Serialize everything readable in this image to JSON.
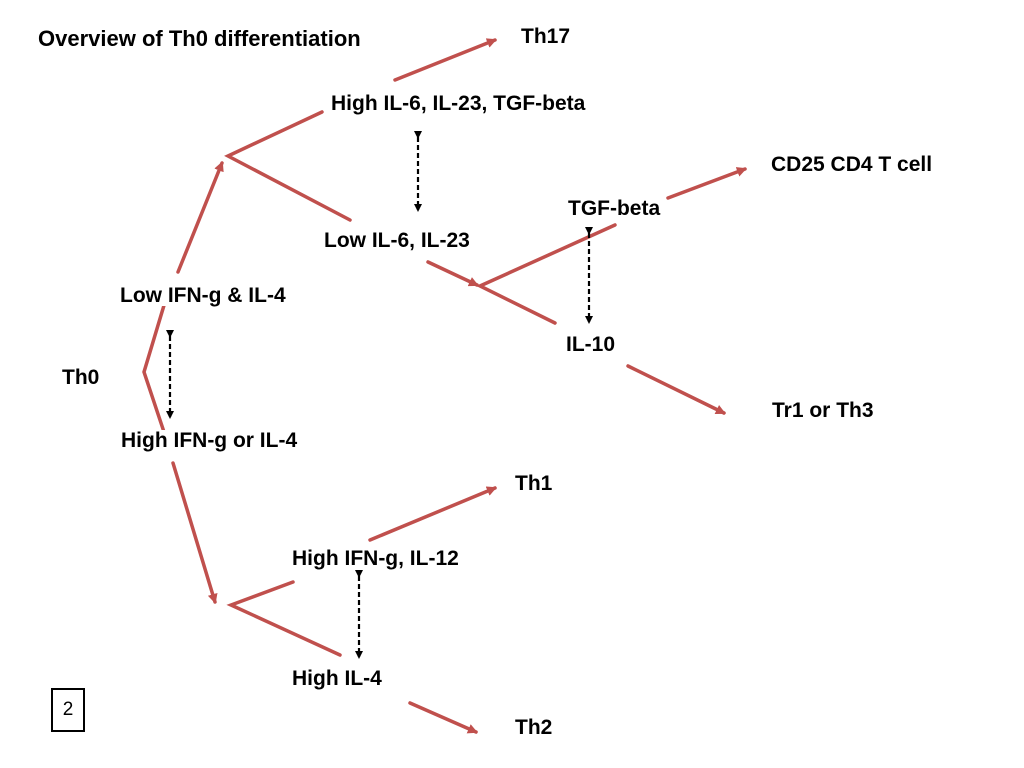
{
  "title": "Overview of Th0 differentiation",
  "colors": {
    "arrow": "#c0504d",
    "dashed": "#000000"
  },
  "nodes": {
    "th0": "Th0",
    "low_ifng_il4": "Low IFN-g & IL-4",
    "high_ifng_or_il4": "High IFN-g or IL-4",
    "high_il6_il23_tgfb": "High IL-6, IL-23, TGF-beta",
    "low_il6_il23": "Low IL-6, IL-23",
    "tgf_beta": "TGF-beta",
    "il10": "IL-10",
    "high_ifng_il12": "High IFN-g, IL-12",
    "high_il4": "High IL-4",
    "th17": "Th17",
    "cd25_cd4": "CD25 CD4 T cell",
    "tr1_th3": "Tr1 or Th3",
    "th1": "Th1",
    "th2": "Th2"
  },
  "page_number": "2"
}
